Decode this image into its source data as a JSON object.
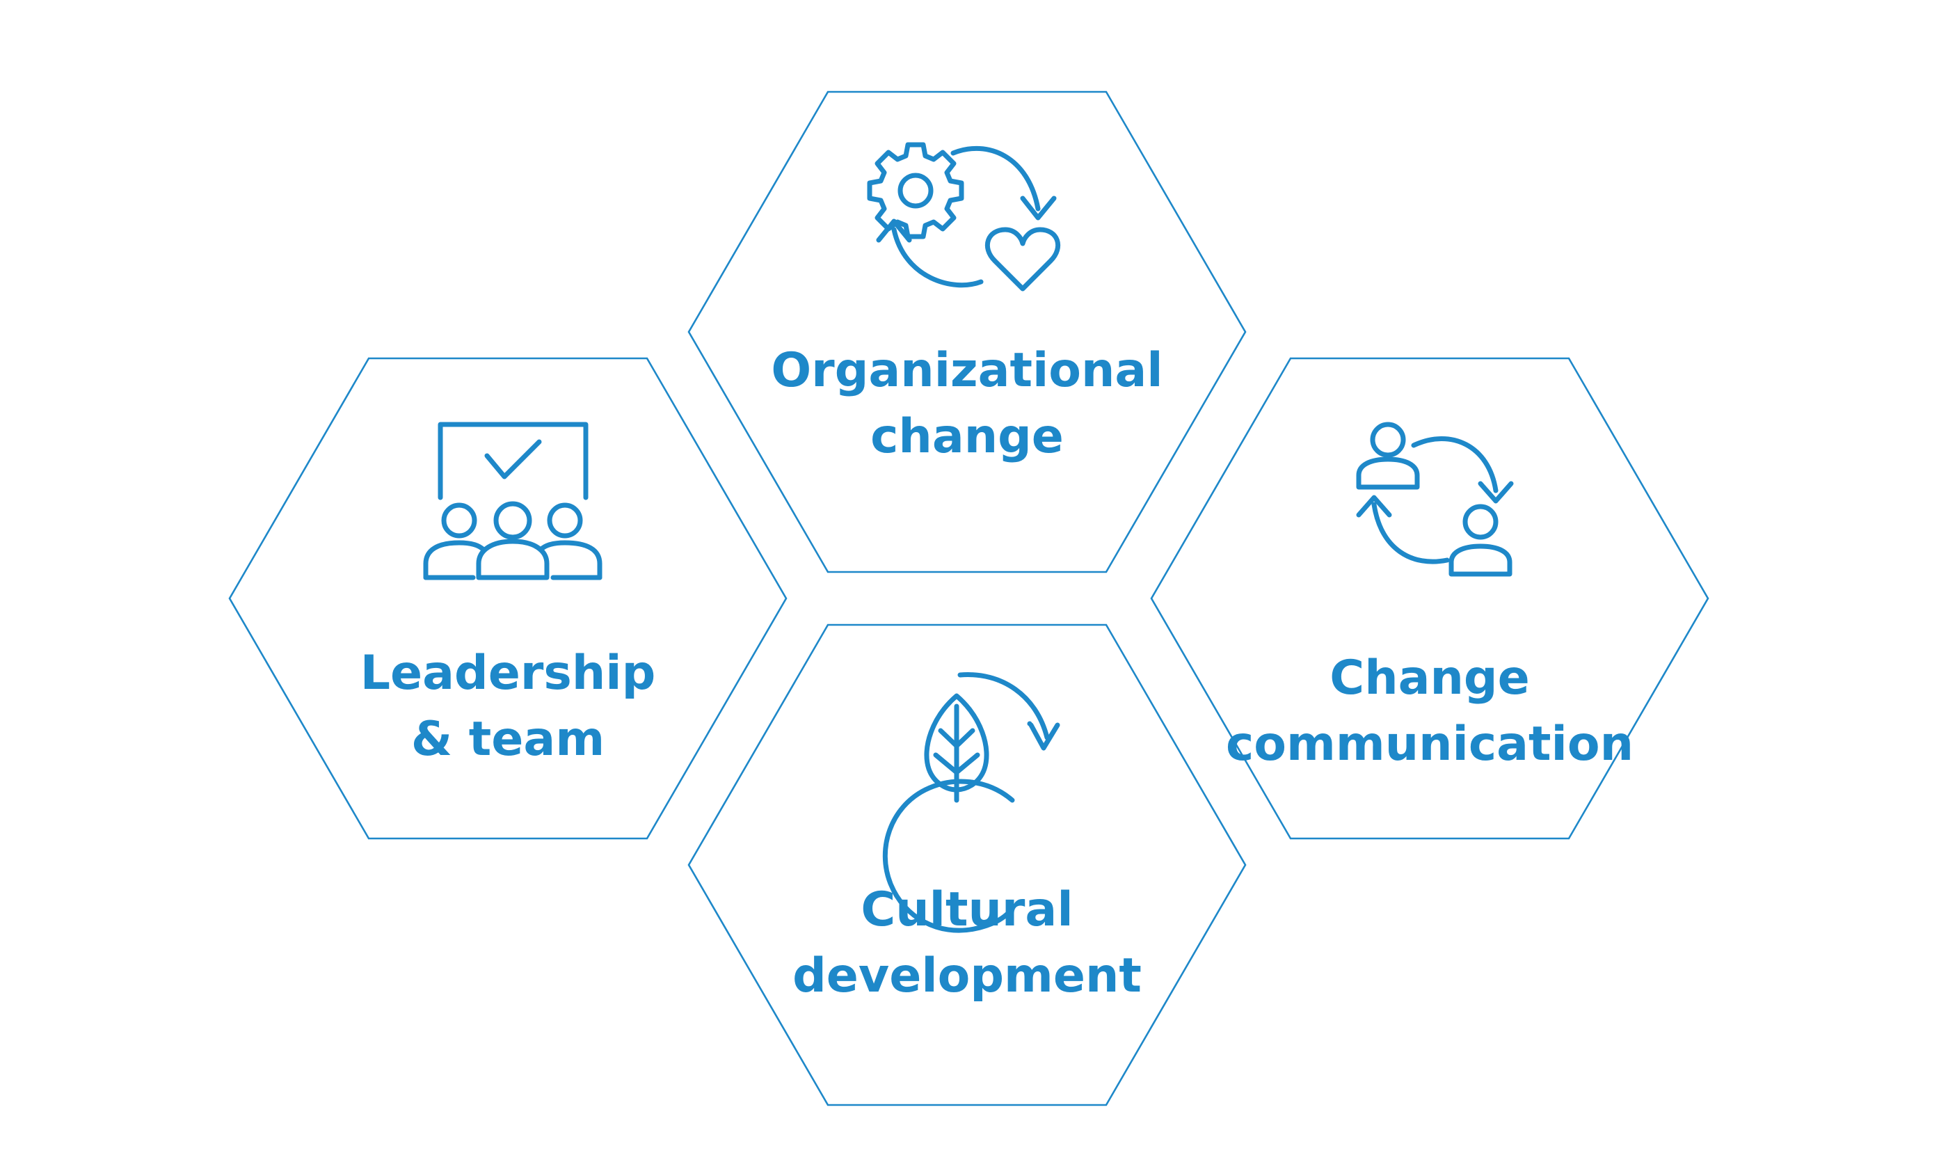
{
  "diagram": {
    "accent_color": "#1e88c9",
    "background_color": "#ffffff",
    "hexagons": [
      {
        "id": "organizational-change",
        "icon": "gear-heart-cycle-icon",
        "label_lines": [
          "Organizational",
          "change"
        ]
      },
      {
        "id": "leadership-team",
        "icon": "team-presentation-check-icon",
        "label_lines": [
          "Leadership",
          "& team"
        ]
      },
      {
        "id": "change-communication",
        "icon": "people-exchange-icon",
        "label_lines": [
          "Change",
          "communication"
        ]
      },
      {
        "id": "cultural-development",
        "icon": "leaf-refresh-icon",
        "label_lines": [
          "Cultural",
          "development"
        ]
      }
    ]
  }
}
